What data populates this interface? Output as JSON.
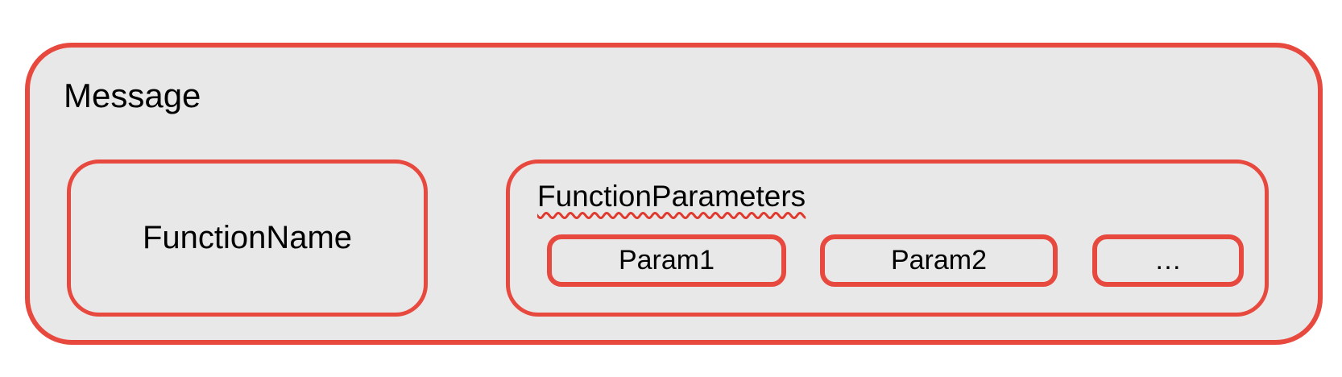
{
  "colors": {
    "border_red": "#e8493f",
    "fill_gray": "#e8e8e8",
    "squiggle_red": "#e03a2f",
    "text": "#000000",
    "page_bg": "#ffffff"
  },
  "diagram": {
    "message": {
      "label": "Message"
    },
    "function_name": {
      "label": "FunctionName"
    },
    "function_parameters": {
      "label": "FunctionParameters",
      "params": [
        {
          "label": "Param1"
        },
        {
          "label": "Param2"
        },
        {
          "label": "…"
        }
      ]
    }
  }
}
